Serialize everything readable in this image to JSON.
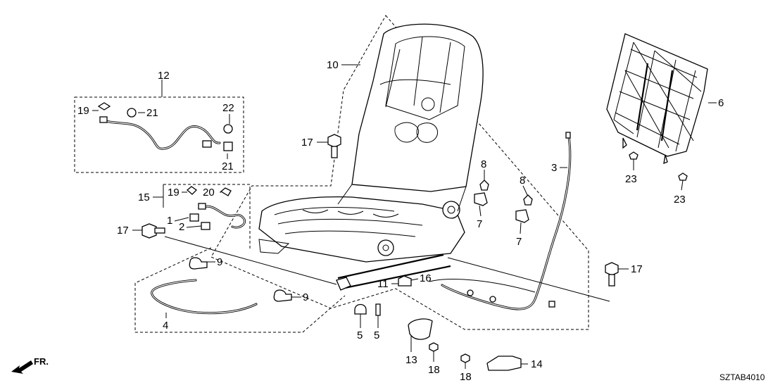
{
  "diagram": {
    "code": "SZTAB4010",
    "direction_label": "FR.",
    "callouts": {
      "c1": "1",
      "c2": "2",
      "c3": "3",
      "c4": "4",
      "c5a": "5",
      "c5b": "5",
      "c6": "6",
      "c7a": "7",
      "c7b": "7",
      "c8a": "8",
      "c8b": "8",
      "c9a": "9",
      "c9b": "9",
      "c10": "10",
      "c11": "11",
      "c12": "12",
      "c13": "13",
      "c14": "14",
      "c15": "15",
      "c16": "16",
      "c17a": "17",
      "c17b": "17",
      "c17c": "17",
      "c18a": "18",
      "c18b": "18",
      "c19a": "19",
      "c19b": "19",
      "c20": "20",
      "c21a": "21",
      "c21b": "21",
      "c22": "22",
      "c23a": "23",
      "c23b": "23"
    }
  }
}
